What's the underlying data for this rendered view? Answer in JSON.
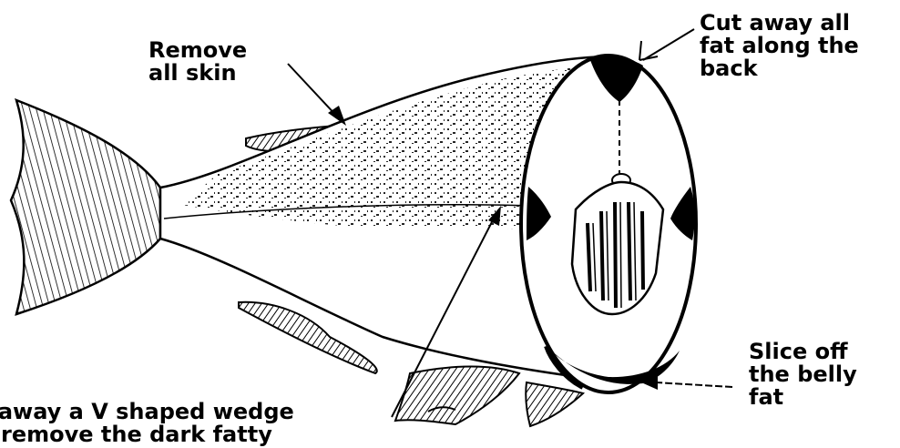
{
  "labels": {
    "remove_skin": [
      "Remove",
      "all skin"
    ],
    "back_fat": [
      "Cut away all",
      "fat along the",
      "back"
    ],
    "belly_fat": [
      "Slice off",
      "the belly",
      "fat"
    ],
    "wedge": [
      "t away a V shaped wedge",
      "remove the dark fatty"
    ]
  },
  "colors": {
    "ink": "#000000",
    "background": "#ffffff"
  }
}
